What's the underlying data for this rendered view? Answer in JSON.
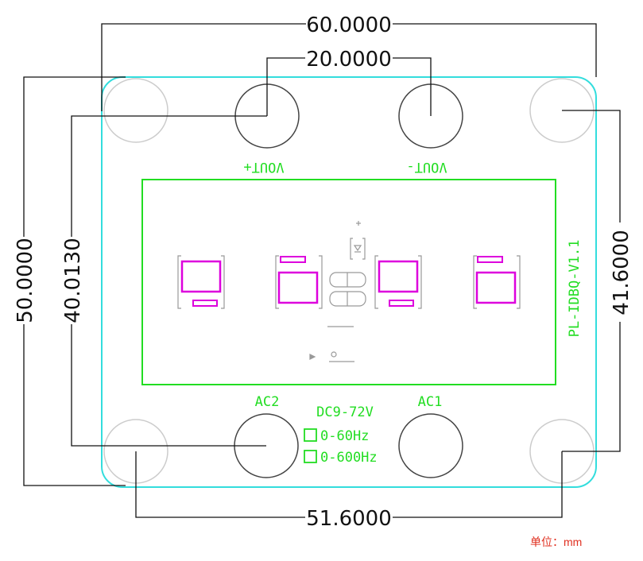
{
  "dimensions": {
    "top_outer_width": "60.0000",
    "top_inner_spacing": "20.0000",
    "bottom_width": "51.6000",
    "left_outer_height": "50.0000",
    "left_inner_height": "40.0130",
    "right_height": "41.6000"
  },
  "labels": {
    "vout_plus": "VOUT+",
    "vout_minus": "VOUT-",
    "ac2": "AC2",
    "ac1": "AC1",
    "dc_range": "DC9-72V",
    "freq_1": "0-60Hz",
    "freq_2": "0-600Hz",
    "board_id": "PL-IDBQ-V1.1",
    "unit_note": "单位：mm"
  },
  "colors": {
    "board_outline": "#33dddd",
    "silkscreen": "#22dd22",
    "pads": "#dd00dd",
    "holes": "#cccccc",
    "dimension_lines": "#111111"
  }
}
